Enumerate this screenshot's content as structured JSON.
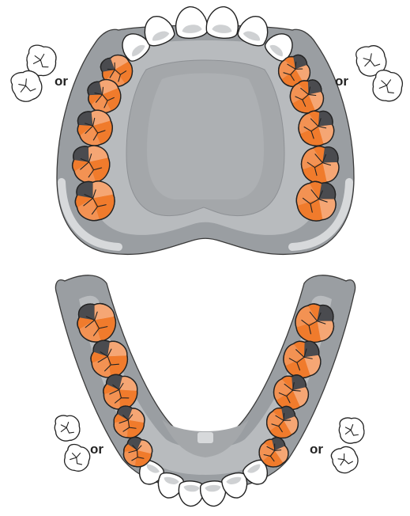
{
  "colors": {
    "gum_outer": "#9a9ea2",
    "gum_mid": "#b8bbbe",
    "gum_light": "#d7d9db",
    "palate": "#a4a7aa",
    "outline": "#3a3a3a",
    "tooth_white": "#ffffff",
    "tooth_shade": "#cfd1d3",
    "sealant_orange": "#f07b2c",
    "sealant_light": "#f5a674",
    "groove_dark": "#4a4b4f"
  },
  "labels": {
    "upper_left_alt": "or",
    "upper_right_alt": "or",
    "lower_left_alt": "or",
    "lower_right_alt": "or"
  },
  "icons": {
    "outline_molar": "tooth-outline-icon",
    "sealed_molar": "sealed-molar-icon",
    "incisor": "incisor-icon"
  }
}
